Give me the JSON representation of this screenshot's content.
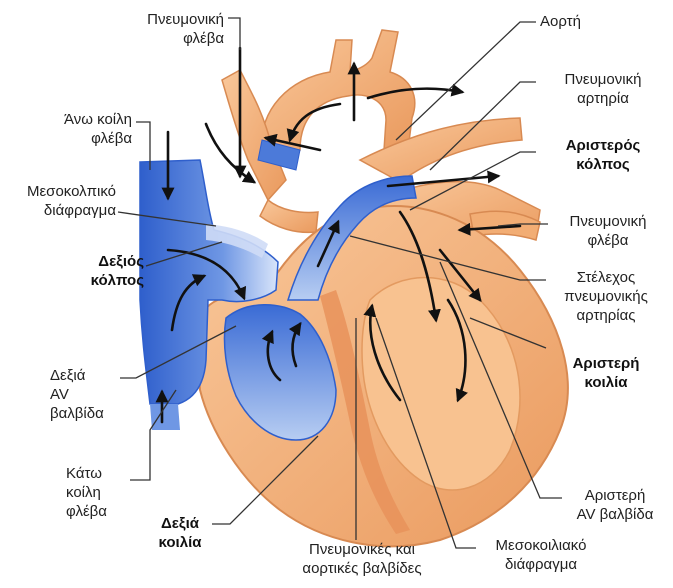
{
  "labels": {
    "pulmonary_vein_top": "Πνευμονική\nφλέβα",
    "aorta": "Αορτή",
    "pulmonary_artery": "Πνευμονική\nαρτηρία",
    "superior_vena_cava": "Άνω κοίλη\nφλέβα",
    "left_atrium": "Αριστερός\nκόλπος",
    "interatrial_septum": "Μεσοκολπικό\nδιάφραγμα",
    "pulmonary_vein_right": "Πνευμονική\nφλέβα",
    "right_atrium": "Δεξιός\nκόλπος",
    "pulmonary_trunk": "Στέλεχος\nπνευμονικής\nαρτηρίας",
    "left_ventricle": "Αριστερή\nκοιλία",
    "right_av_valve": "Δεξιά\nAV\nβαλβίδα",
    "inferior_vena_cava": "Κάτω\nκοίλη\nφλέβα",
    "left_av_valve": "Αριστερή\nAV βαλβίδα",
    "right_ventricle": "Δεξιά\nκοιλία",
    "interventricular_septum": "Μεσοκοιλιακό\nδιάφραγμα",
    "semilunar_valves": "Πνευμονικές και\nαορτικές βαλβίδες"
  },
  "colors": {
    "oxygenated": "#f4b27a",
    "oxygenated_dark": "#e08a4c",
    "deoxygenated": "#3d6fd6",
    "deoxygenated_light": "#a9c2ef",
    "leader": "#333333",
    "arrow": "#111111"
  }
}
